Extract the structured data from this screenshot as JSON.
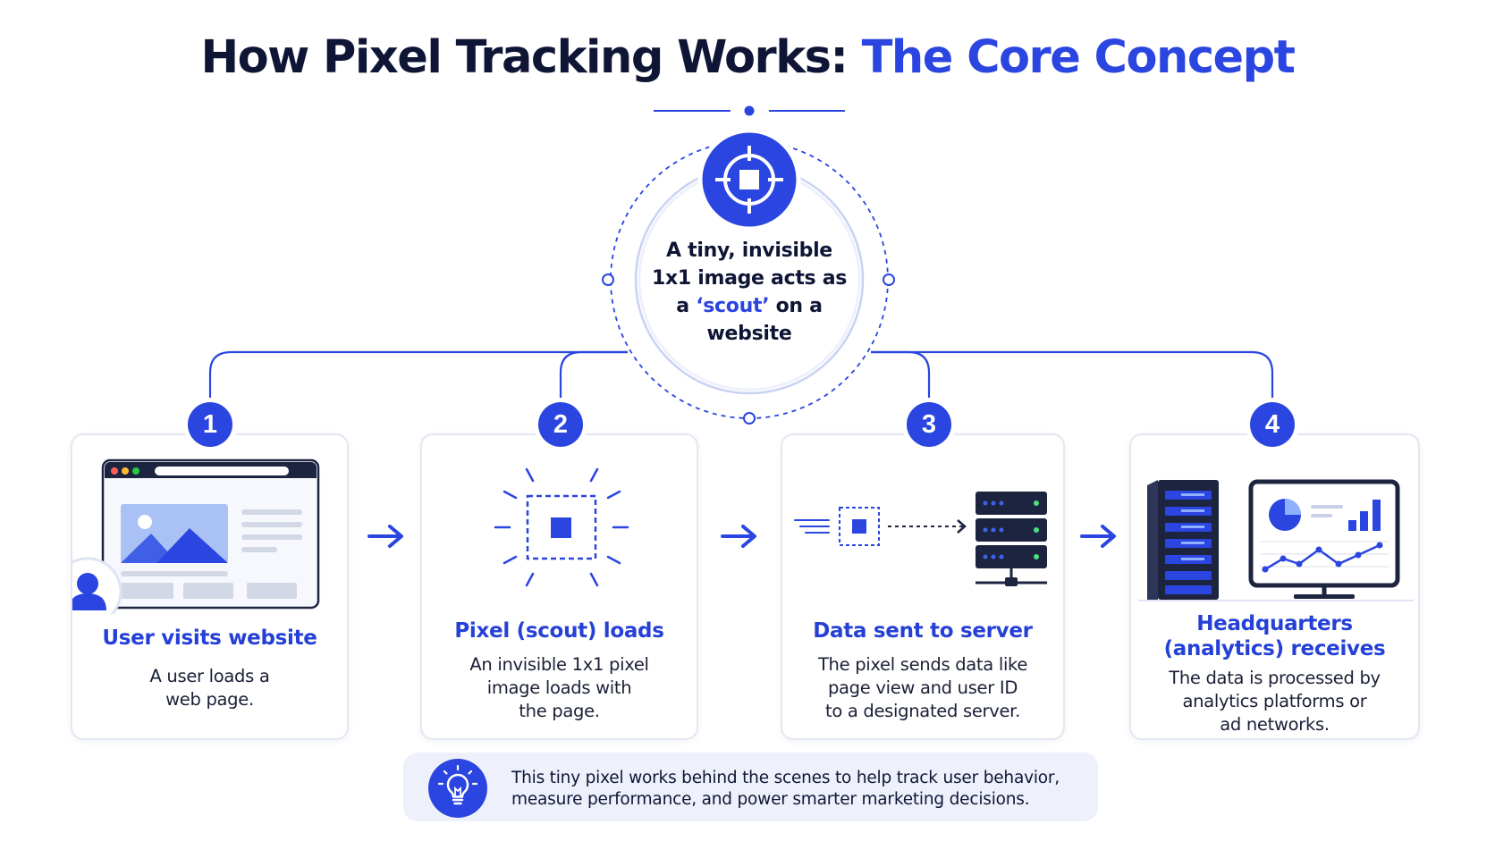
{
  "title": {
    "main": "How Pixel Tracking Works:",
    "accent": "The Core Concept"
  },
  "center": {
    "line1": "A tiny, invisible",
    "line2": "1x1 image acts as",
    "line3_pre": "a ",
    "line3_scout": "‘scout’",
    "line3_post": " on a",
    "line4": "website",
    "icon": "crosshair-target-icon"
  },
  "steps": [
    {
      "number": "1",
      "title": "User visits website",
      "desc_lines": [
        "A user loads a",
        "web page."
      ],
      "icon": "browser-window-with-user-avatar-icon"
    },
    {
      "number": "2",
      "title": "Pixel (scout) loads",
      "desc_lines": [
        "An invisible 1x1 pixel",
        "image loads with",
        "the page."
      ],
      "icon": "pixel-burst-icon"
    },
    {
      "number": "3",
      "title": "Data sent to server",
      "desc_lines": [
        "The pixel sends data like",
        "page view and user ID",
        "to a designated server."
      ],
      "icon": "pixel-to-server-icon"
    },
    {
      "number": "4",
      "title_lines": [
        "Headquarters",
        "(analytics) receives"
      ],
      "desc_lines": [
        "The data is processed by",
        "analytics platforms or",
        "ad networks."
      ],
      "icon": "server-and-analytics-monitor-icon"
    }
  ],
  "footer": {
    "line1": "This tiny pixel works behind the scenes to help track user behavior,",
    "line2": "measure performance, and power smarter marketing decisions.",
    "icon": "lightbulb-icon"
  },
  "colors": {
    "primary": "#2a45e0",
    "dark": "#0f1535",
    "card_border": "#e3e7f2",
    "footer_bg": "#eef1fb"
  }
}
